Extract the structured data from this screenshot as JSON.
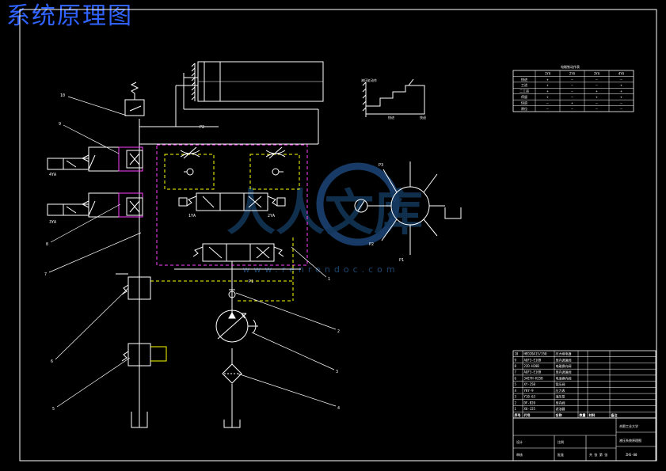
{
  "title": "系统原理图",
  "watermark": {
    "brand": "人人文库",
    "url": "www.renrendoc.com"
  },
  "labels": {
    "solenoid_4ya": "4YA",
    "solenoid_3ya": "3YA",
    "solenoid_1ya": "1YA",
    "solenoid_2ya": "2YA",
    "port_p2": "P2",
    "port_p1": "P1",
    "gauge_p3": "P3",
    "gauge_p1": "P1",
    "gauge_p2": "P2",
    "callouts": [
      "10",
      "9",
      "8",
      "7",
      "6",
      "5",
      "4",
      "3",
      "2",
      "1"
    ]
  },
  "cycle_diagram": {
    "title": "液压缸动作",
    "left_label": "快进",
    "right_label": "快退"
  },
  "action_table": {
    "title": "电磁铁动作表",
    "headers": [
      "",
      "1YA",
      "2YA",
      "3YA",
      "4YA"
    ],
    "rows": [
      [
        "快进",
        "+",
        "—",
        "—",
        "—"
      ],
      [
        "工进",
        "+",
        "—",
        "—",
        "+"
      ],
      [
        "二工进",
        "+",
        "—",
        "+",
        "+"
      ],
      [
        "停留",
        "+",
        "—",
        "+",
        "+"
      ],
      [
        "快退",
        "—",
        "+",
        "—",
        "—"
      ],
      [
        "原位",
        "—",
        "—",
        "—",
        "—"
      ]
    ]
  },
  "parts_list": {
    "rows": [
      [
        "10",
        "HED20A15/350",
        "压力继电器"
      ],
      [
        "9",
        "AQF3-E10B",
        "单向调速阀"
      ],
      [
        "8",
        "22D-H20B",
        "电磁换向阀"
      ],
      [
        "7",
        "AQF3-E10B",
        "单向调速阀"
      ],
      [
        "6",
        "34EYH-H25B",
        "电液换向阀"
      ],
      [
        "5",
        "XY-25B",
        "背压阀"
      ],
      [
        "4",
        "YKY-9",
        "压力表"
      ],
      [
        "3",
        "Y10-63",
        "液压泵"
      ],
      [
        "2",
        "DF-B20",
        "单向阀"
      ],
      [
        "1",
        "XU-J25",
        "滤油器"
      ]
    ],
    "header": [
      "序号",
      "代号",
      "名称",
      "数量",
      "材料",
      "备注"
    ]
  },
  "title_block": {
    "school": "合肥工业大学",
    "drawing_name": "液压系统原理图",
    "drawing_no": "ZHS-00",
    "designer": "设计",
    "checker": "审核",
    "approver": "批准",
    "scale": "比例",
    "sheet": "共 张 第 张"
  }
}
